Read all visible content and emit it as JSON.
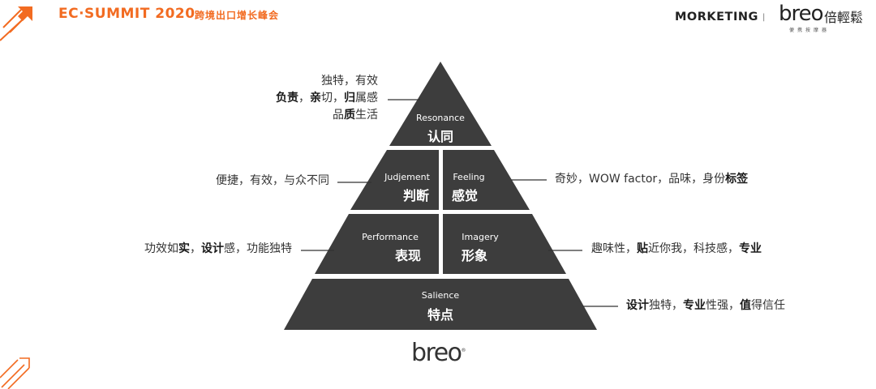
{
  "header": {
    "summit_title": "EC·SUMMIT 2020",
    "summit_subtitle": "跨境出口增长峰会",
    "brand_marketing": "MORKETING",
    "brand_divider": "|",
    "brand_breo": "breo",
    "brand_breo_cn": "倍輕鬆",
    "brand_tagline": "便携按摩器"
  },
  "colors": {
    "accent_orange": "#f26b21",
    "tier_fill": "#3d3d3d",
    "line": "#333333"
  },
  "pyramid": {
    "resonance": {
      "en": "Resonance",
      "cn": "认同"
    },
    "judgement": {
      "en": "Judjement",
      "cn": "判断"
    },
    "feeling": {
      "en": "Feeling",
      "cn": "感觉"
    },
    "performance": {
      "en": "Performance",
      "cn": "表现"
    },
    "imagery": {
      "en": "Imagery",
      "cn": "形象"
    },
    "salience": {
      "en": "Salience",
      "cn": "特点"
    }
  },
  "annotations": {
    "resonance": [
      [
        {
          "t": "独特，有效",
          "b": false
        }
      ],
      [
        {
          "t": "负责",
          "b": true
        },
        {
          "t": "，",
          "b": false
        },
        {
          "t": "亲",
          "b": true
        },
        {
          "t": "切，",
          "b": false
        },
        {
          "t": "归",
          "b": true
        },
        {
          "t": "属感",
          "b": false
        }
      ],
      [
        {
          "t": "品",
          "b": false
        },
        {
          "t": "质",
          "b": true
        },
        {
          "t": "生活",
          "b": false
        }
      ]
    ],
    "judgement": [
      [
        {
          "t": "便捷，有效，与众不同",
          "b": false
        }
      ]
    ],
    "feeling": [
      [
        {
          "t": "奇妙，WOW factor，品味，身份",
          "b": false
        },
        {
          "t": "标签",
          "b": true
        }
      ]
    ],
    "performance": [
      [
        {
          "t": "功效如",
          "b": false
        },
        {
          "t": "实",
          "b": true
        },
        {
          "t": "，",
          "b": false
        },
        {
          "t": "设计",
          "b": true
        },
        {
          "t": "感，功能独特",
          "b": false
        }
      ]
    ],
    "imagery": [
      [
        {
          "t": "趣味性，",
          "b": false
        },
        {
          "t": "贴",
          "b": true
        },
        {
          "t": "近你我，科技感，",
          "b": false
        },
        {
          "t": "专业",
          "b": true
        }
      ]
    ],
    "salience": [
      [
        {
          "t": "设计",
          "b": true
        },
        {
          "t": "独特，",
          "b": false
        },
        {
          "t": "专业",
          "b": true
        },
        {
          "t": "性强，",
          "b": false
        },
        {
          "t": "值",
          "b": true
        },
        {
          "t": "得信任",
          "b": false
        }
      ]
    ]
  },
  "footer": {
    "logo": "breo",
    "mark": "®"
  }
}
